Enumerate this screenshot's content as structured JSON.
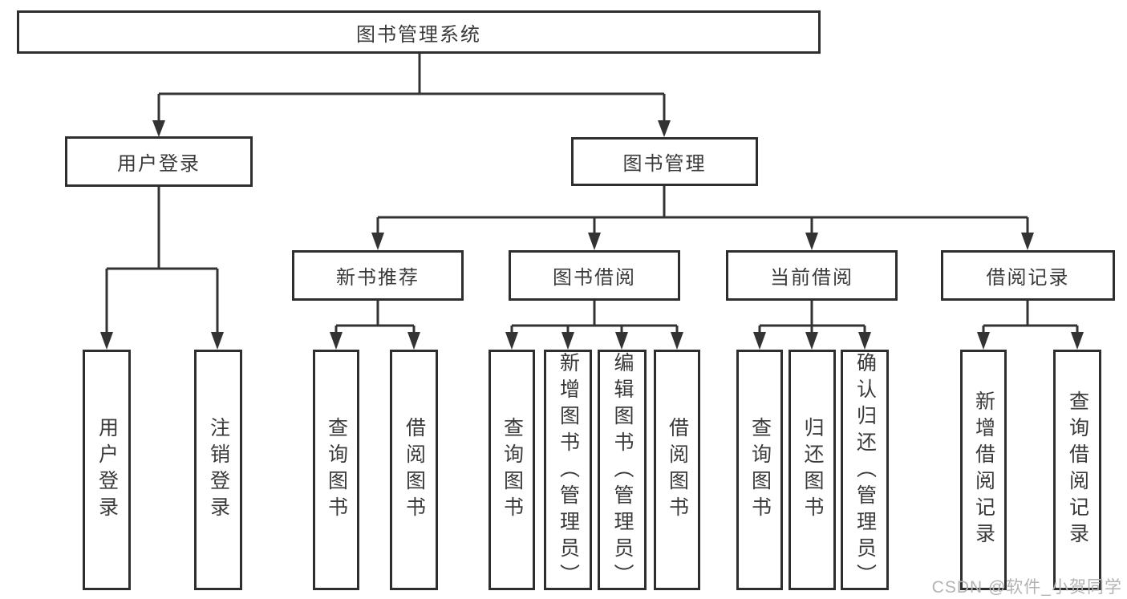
{
  "diagram": {
    "type": "hierarchy",
    "colors": {
      "line": "#333333",
      "border": "#2e2e2e",
      "text": "#3a3a3a",
      "background": "#ffffff",
      "watermark": "#b3b3b3"
    }
  },
  "tree": {
    "label": "图书管理系统",
    "children": [
      {
        "label": "用户登录",
        "children": [
          {
            "label": "用户登录"
          },
          {
            "label": "注销登录"
          }
        ]
      },
      {
        "label": "图书管理",
        "children": [
          {
            "label": "新书推荐",
            "children": [
              {
                "label": "查询图书"
              },
              {
                "label": "借阅图书"
              }
            ]
          },
          {
            "label": "图书借阅",
            "children": [
              {
                "label": "查询图书"
              },
              {
                "label": "新增图书（管理员）"
              },
              {
                "label": "编辑图书（管理员）"
              },
              {
                "label": "借阅图书"
              }
            ]
          },
          {
            "label": "当前借阅",
            "children": [
              {
                "label": "查询图书"
              },
              {
                "label": "归还图书"
              },
              {
                "label": "确认归还（管理员）"
              }
            ]
          },
          {
            "label": "借阅记录",
            "children": [
              {
                "label": "新增借阅记录"
              },
              {
                "label": "查询借阅记录"
              }
            ]
          }
        ]
      }
    ]
  },
  "watermark": {
    "text": "CSDN @软件_小贺同学"
  }
}
